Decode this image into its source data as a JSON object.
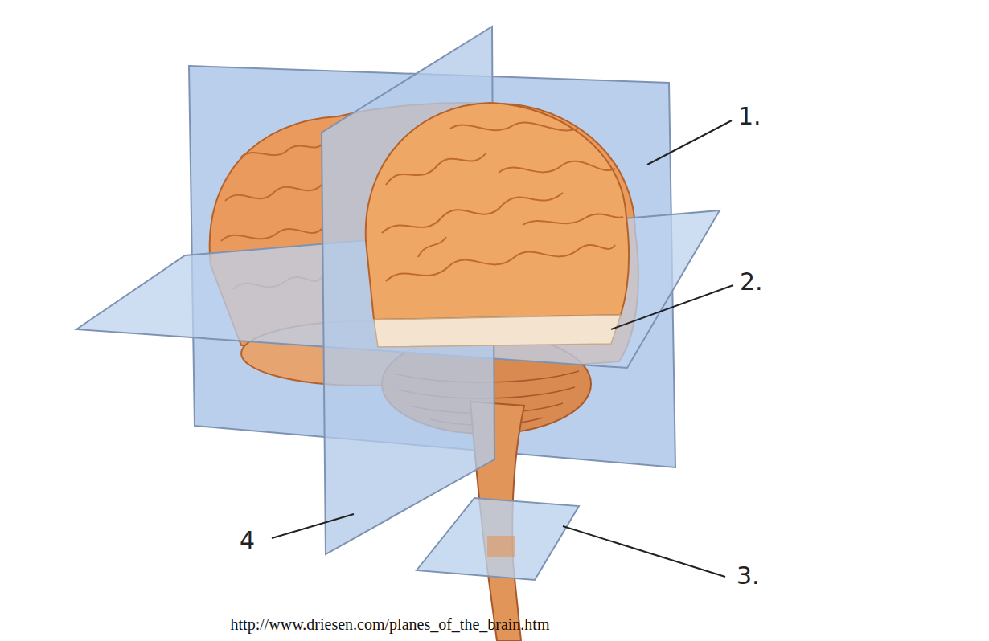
{
  "diagram": {
    "caption": "http://www.driesen.com/planes_of_the_brain.htm",
    "labels": [
      "1.",
      "2.",
      "3.",
      "4"
    ]
  }
}
